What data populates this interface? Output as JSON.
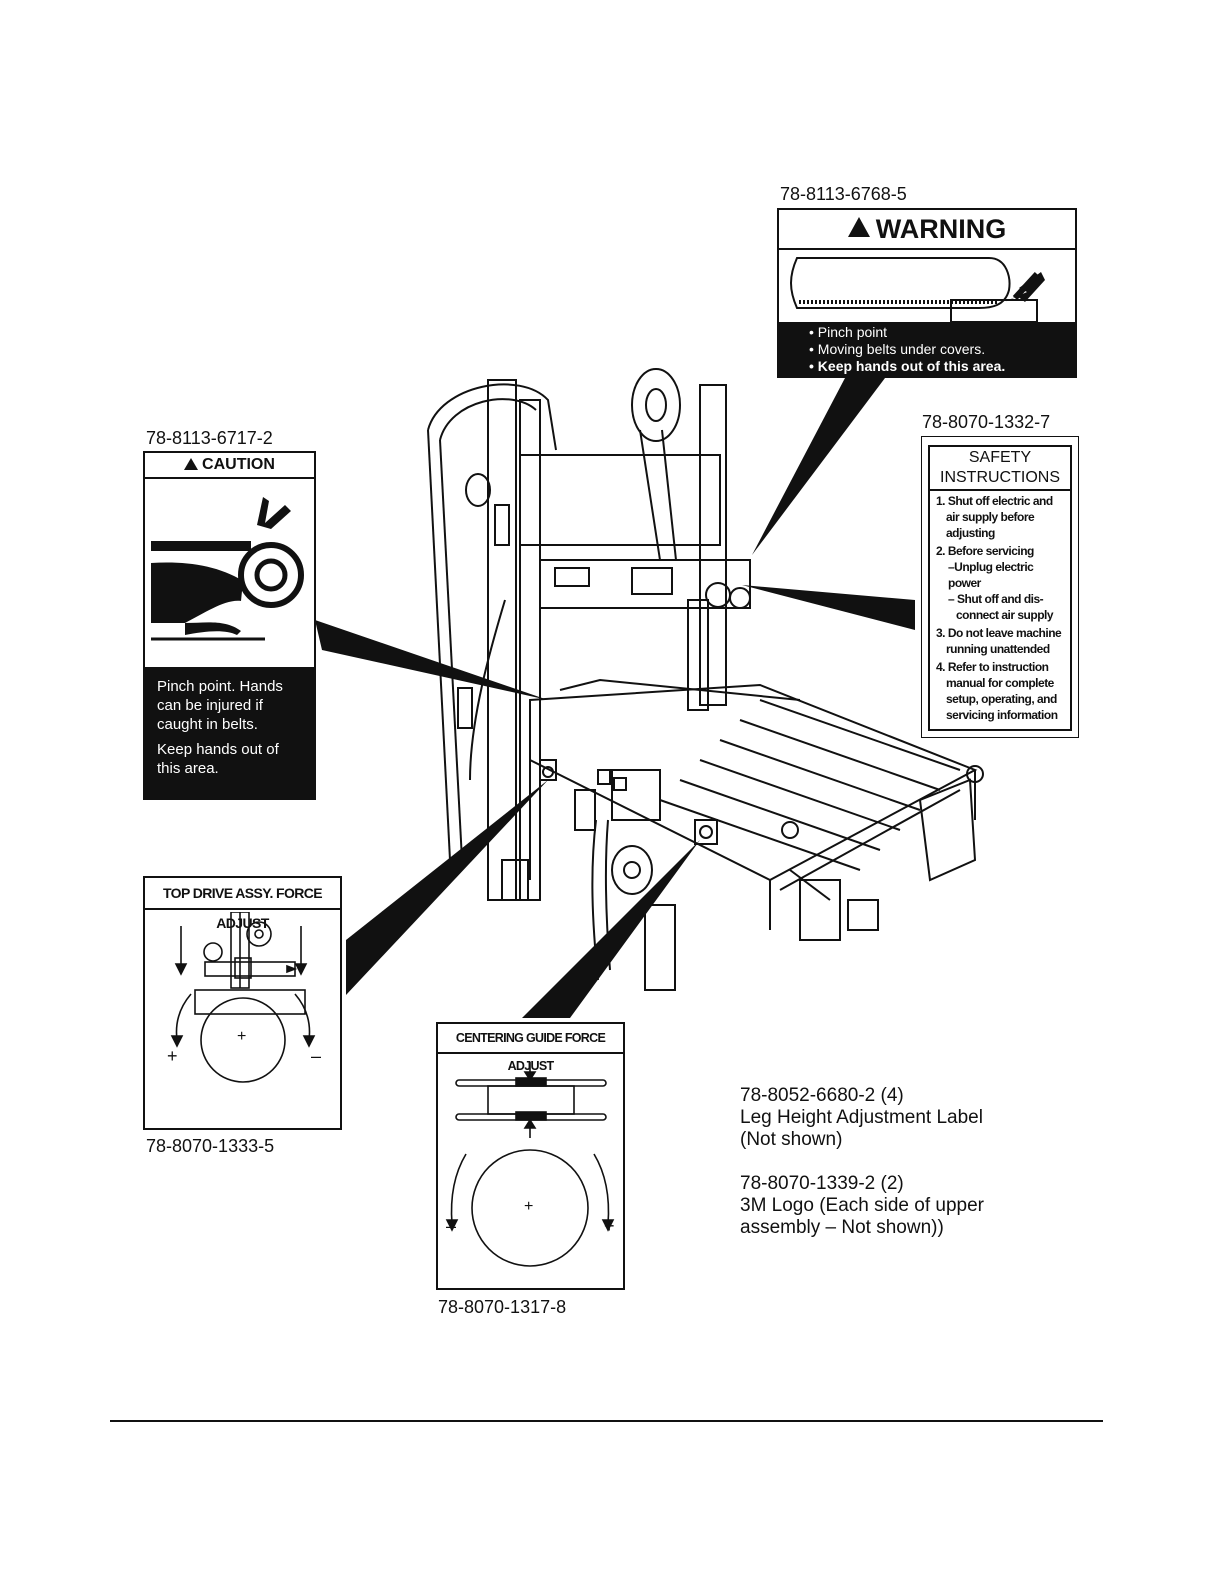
{
  "warning_label": {
    "part_number": "78-8113-6768-5",
    "header": "WARNING",
    "lines": [
      "• Pinch point",
      "• Moving belts under covers.",
      "• Keep hands out of this area."
    ]
  },
  "caution_label": {
    "part_number": "78-8113-6717-2",
    "header": "CAUTION",
    "text1": "Pinch point.  Hands can be injured if caught in belts.",
    "text2": "Keep hands out of this area."
  },
  "safety_label": {
    "part_number": "78-8070-1332-7",
    "title": "SAFETY INSTRUCTIONS",
    "items": [
      "1. Shut off electric and air supply before adjusting",
      "2. Before servicing",
      "–Unplug electric power",
      "– Shut off and dis-connect air supply",
      "3. Do not leave machine running unattended",
      "4. Refer to instruction manual for complete setup, operating, and servicing information"
    ]
  },
  "top_drive_label": {
    "part_number": "78-8070-1333-5",
    "title": "TOP DRIVE ASSY. FORCE ADJUST",
    "plus": "+",
    "minus": "–",
    "center": "+"
  },
  "centering_label": {
    "part_number": "78-8070-1317-8",
    "title": "CENTERING GUIDE FORCE ADJUST",
    "minus": "–",
    "plus": "+",
    "center": "+"
  },
  "notes": {
    "leg_part": "78-8052-6680-2 (4)",
    "leg_desc1": "Leg Height Adjustment Label",
    "leg_desc2": "(Not shown)",
    "logo_part": "78-8070-1339-2 (2)",
    "logo_desc1": "3M Logo (Each side of upper",
    "logo_desc2": "assembly – Not shown))"
  }
}
